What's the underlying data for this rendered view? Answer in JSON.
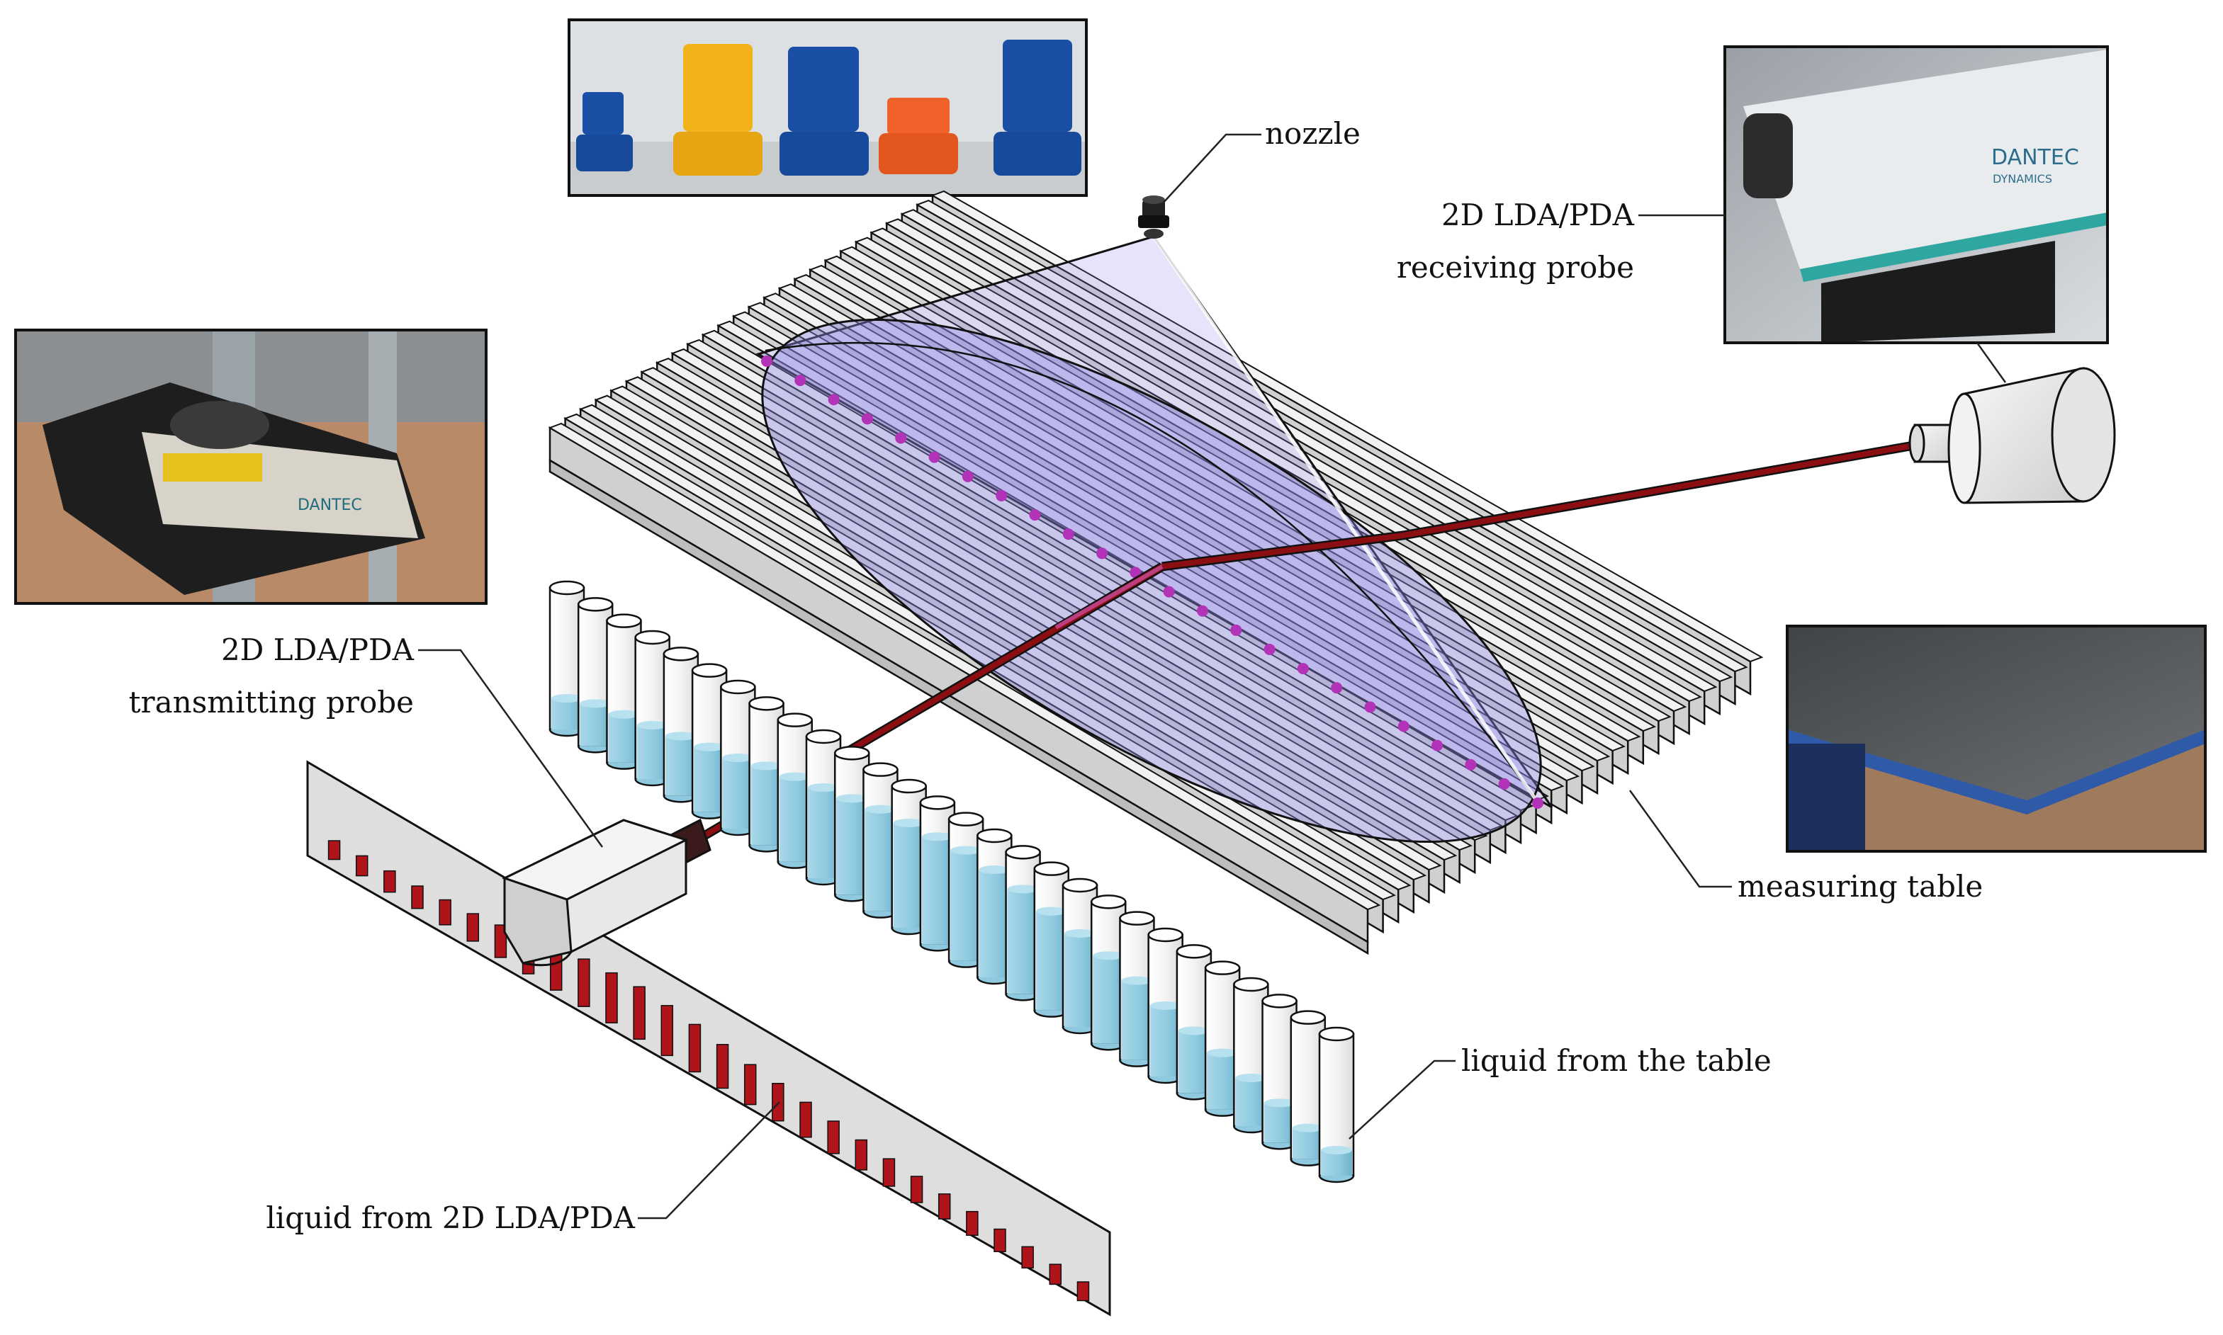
{
  "labels": {
    "nozzle": "nozzle",
    "rx_line1": "2D LDA/PDA",
    "rx_line2": "receiving probe",
    "tx_line1": "2D LDA/PDA",
    "tx_line2": "transmitting probe",
    "measuring_table": "measuring table",
    "liquid_table": "liquid from the table",
    "liquid_pda": "liquid from 2D LDA/PDA"
  },
  "photo_rx": {
    "brand": "DANTEC",
    "brand_sub": "DYNAMICS"
  },
  "photo_tx": {
    "brand": "DANTEC"
  },
  "colors": {
    "spray": "#8f86e6",
    "laser": "#8b0e12",
    "droplet": "#b233b8",
    "liquid": "#8ec9df",
    "slot": "#b0141b",
    "table_rib": "#d0d0d0",
    "nozzle_blue": "#1a4fa6",
    "nozzle_yellow": "#f2b21a",
    "nozzle_orange": "#f0622a"
  },
  "tube_levels": [
    0.22,
    0.3,
    0.34,
    0.38,
    0.42,
    0.46,
    0.5,
    0.56,
    0.6,
    0.64,
    0.68,
    0.72,
    0.74,
    0.76,
    0.78,
    0.76,
    0.74,
    0.7,
    0.66,
    0.62,
    0.56,
    0.5,
    0.44,
    0.4,
    0.34,
    0.28,
    0.22,
    0.18
  ],
  "slot_heights": [
    0.15,
    0.16,
    0.17,
    0.18,
    0.2,
    0.22,
    0.26,
    0.3,
    0.34,
    0.38,
    0.4,
    0.42,
    0.4,
    0.38,
    0.35,
    0.32,
    0.3,
    0.28,
    0.26,
    0.24,
    0.22,
    0.21,
    0.2,
    0.19,
    0.18,
    0.17,
    0.16,
    0.15
  ]
}
